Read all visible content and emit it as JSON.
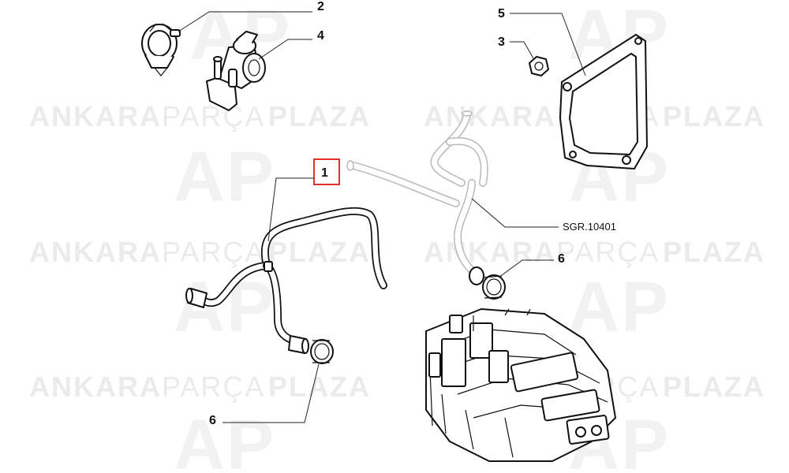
{
  "watermark": {
    "word1": "ANKARA",
    "word2": "PARÇA",
    "word3": "PLAZA",
    "logo": "AP"
  },
  "callouts": {
    "c1": "1",
    "c2": "2",
    "c3": "3",
    "c4": "4",
    "c5": "5",
    "c6a": "6",
    "c6b": "6"
  },
  "reference": "SGR.10401",
  "highlight_color": "#e0312b"
}
